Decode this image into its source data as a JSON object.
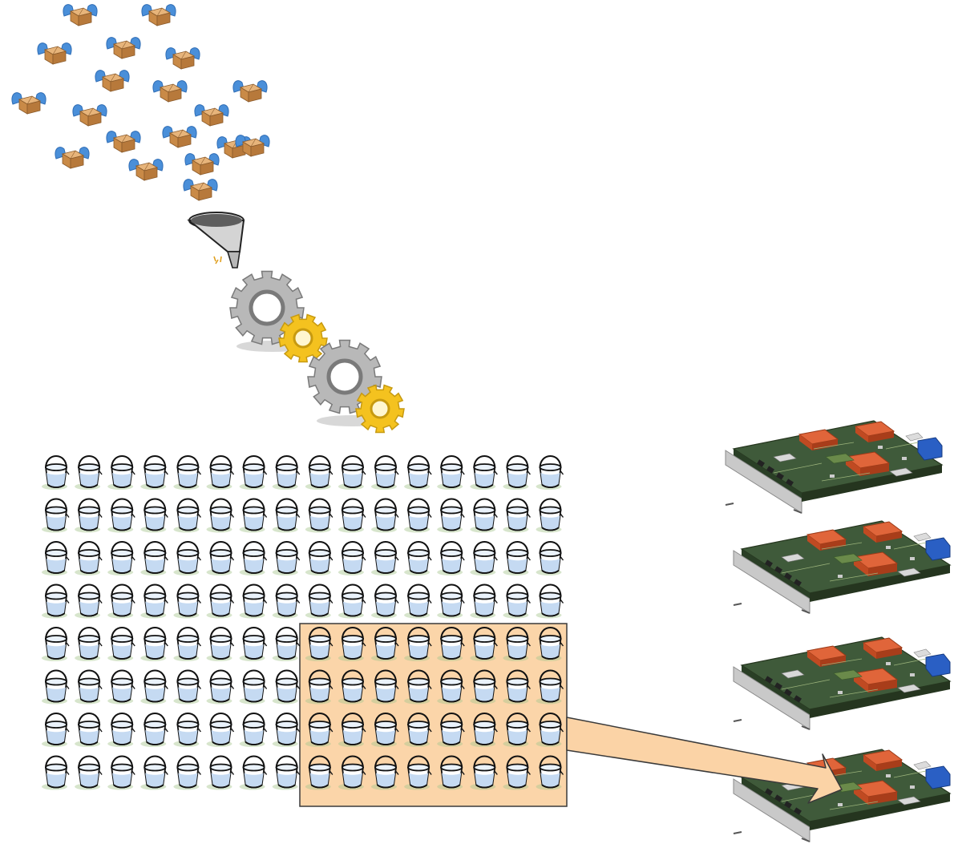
{
  "diagram": {
    "input_packets": {
      "icon": "flying-package-icon",
      "count": 19
    },
    "filter": {
      "icon": "funnel-icon"
    },
    "processing": {
      "icon": "gears-icon",
      "gear_sets": 2
    },
    "bucket_grid": {
      "icon": "bucket-icon",
      "rows": 8,
      "columns": 16
    },
    "selected_region": {
      "first_column": 9,
      "last_column": 16,
      "first_row": 5,
      "last_row": 8,
      "fill_color": "#fbd5a9",
      "stroke_color": "#3a3a3a"
    },
    "arrow": {
      "from": "selected_region",
      "to": "board-4",
      "fill_color": "#fbd3a6"
    },
    "boards": {
      "icon": "circuit-board-icon",
      "count": 4
    }
  },
  "colors": {
    "package_box": "#c98a47",
    "package_wing": "#4a8fd9",
    "gear_gray": "#b8b8b8",
    "gear_gold": "#f4c21f",
    "bucket_water": "#c5daf2",
    "board_pcb": "#3f5a3a",
    "board_chip": "#e0653a",
    "board_faceplate": "#c9c9c9",
    "board_connector": "#2a5fc4"
  }
}
